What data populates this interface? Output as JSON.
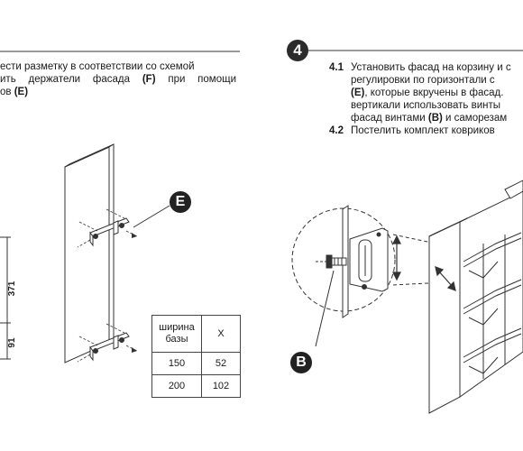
{
  "left_text": {
    "line1": "ести разметку в соответствии со схемой",
    "line2_a": "ить держатели фасада ",
    "line2_b": "(F)",
    "line2_c": " при помощи",
    "line3_a": "ов ",
    "line3_b": "(E)"
  },
  "step": {
    "number": "4",
    "item1_num": "4.1",
    "item1_l1": "Установить фасад на корзину и с",
    "item1_l2": "регулировки по горизонтали с",
    "item1_l3_a": "(E)",
    "item1_l3_b": ", которые вкручены в фасад.",
    "item1_l4": "вертикали использовать винты",
    "item1_l5_a": "фасад винтами ",
    "item1_l5_b": "(B)",
    "item1_l5_c": " и саморезам",
    "item2_num": "4.2",
    "item2_text": "Постелить комплект ковриков"
  },
  "labels": {
    "e": "E",
    "b": "B"
  },
  "dimensions": {
    "d371": "371",
    "d91": "91"
  },
  "table": {
    "header_base": "ширина\nбазы",
    "header_x": "X",
    "rows": [
      {
        "base": "150",
        "x": "52"
      },
      {
        "base": "200",
        "x": "102"
      }
    ]
  }
}
